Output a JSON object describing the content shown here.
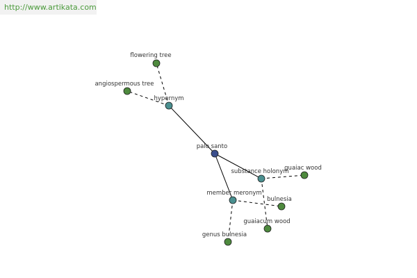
{
  "watermark": "http://www.artikata.com",
  "colors": {
    "root": "#3a4e8c",
    "relation": "#4a9090",
    "leaf": "#4e8a3e",
    "edge": "#000000"
  },
  "graph": {
    "nodes": [
      {
        "id": "palo-santo",
        "label": "palo santo",
        "kind": "root"
      },
      {
        "id": "hypernym",
        "label": "hypernym",
        "kind": "relation"
      },
      {
        "id": "substance-holonym",
        "label": "substance holonym",
        "kind": "relation"
      },
      {
        "id": "member-meronym",
        "label": "member meronym",
        "kind": "relation"
      },
      {
        "id": "flowering-tree",
        "label": "flowering tree",
        "kind": "leaf"
      },
      {
        "id": "angiospermous-tree",
        "label": "angiospermous tree",
        "kind": "leaf"
      },
      {
        "id": "guaiac-wood",
        "label": "guaiac wood",
        "kind": "leaf"
      },
      {
        "id": "guaiacum-wood",
        "label": "guaiacum wood",
        "kind": "leaf"
      },
      {
        "id": "bulnesia",
        "label": "bulnesia",
        "kind": "leaf"
      },
      {
        "id": "genus-bulnesia",
        "label": "genus bulnesia",
        "kind": "leaf"
      }
    ],
    "edges": [
      {
        "from": "palo-santo",
        "to": "hypernym",
        "style": "solid"
      },
      {
        "from": "palo-santo",
        "to": "substance-holonym",
        "style": "solid"
      },
      {
        "from": "palo-santo",
        "to": "member-meronym",
        "style": "solid"
      },
      {
        "from": "hypernym",
        "to": "flowering-tree",
        "style": "dashed"
      },
      {
        "from": "hypernym",
        "to": "angiospermous-tree",
        "style": "dashed"
      },
      {
        "from": "substance-holonym",
        "to": "guaiac-wood",
        "style": "dashed"
      },
      {
        "from": "substance-holonym",
        "to": "guaiacum-wood",
        "style": "dashed"
      },
      {
        "from": "member-meronym",
        "to": "bulnesia",
        "style": "dashed"
      },
      {
        "from": "member-meronym",
        "to": "genus-bulnesia",
        "style": "dashed"
      }
    ]
  }
}
